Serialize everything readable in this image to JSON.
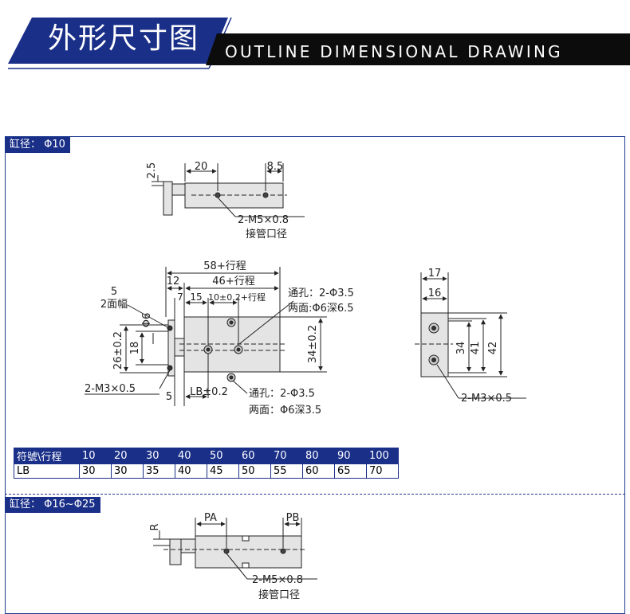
{
  "header": {
    "title": "外形尺寸图",
    "subtitle": "OUTLINE DIMENSIONAL DRAWING"
  },
  "section1": {
    "tag": "缸径：  Φ10",
    "top_view": {
      "dim_25": "2.5",
      "dim_20": "20",
      "dim_85": "8.5",
      "port_label": "2-M5×0.8",
      "port_note": "接管口径"
    },
    "front_view": {
      "total": "58+行程",
      "dim_12": "12",
      "body": "46+行程",
      "dim_7": "7",
      "dim_15": "15",
      "spacing": "10±0.2+行程",
      "hole_top_1": "通孔：2-Φ3.5",
      "hole_top_2": "两面:Φ6深6.5",
      "face_5": "5",
      "face_label": "2面幅",
      "dia_6": "Φ6",
      "h_26": "26±0.2",
      "h_18": "18",
      "h_34": "34±0.2",
      "thread": "2-M3×0.5",
      "dim_5b": "5",
      "lb": "LB±0.2",
      "hole_bot_1": "通孔：2-Φ3.5",
      "hole_bot_2": "两面：Φ6深3.5"
    },
    "side_view": {
      "w_17": "17",
      "w_16": "16",
      "h_34": "34",
      "h_41": "41",
      "h_42": "42",
      "thread": "2-M3×0.5"
    },
    "table": {
      "header": [
        "符號\\行程",
        "10",
        "20",
        "30",
        "40",
        "50",
        "60",
        "70",
        "80",
        "90",
        "100"
      ],
      "row": [
        "LB",
        "30",
        "30",
        "35",
        "40",
        "45",
        "50",
        "55",
        "60",
        "65",
        "70"
      ]
    }
  },
  "section2": {
    "tag": "缸径：  Φ16~Φ25",
    "r": "R",
    "pa": "PA",
    "pb": "PB",
    "port_label": "2-M5×0.8",
    "port_note": "接管口径"
  },
  "colors": {
    "accent": "#1a2f88",
    "body": "#e4e4e4",
    "line": "#222222"
  }
}
